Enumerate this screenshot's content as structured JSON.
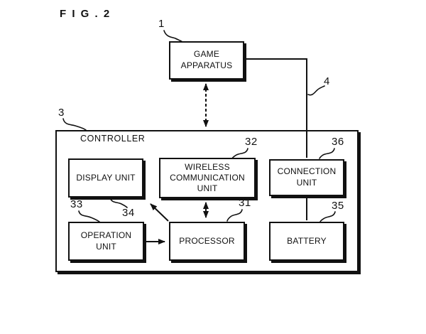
{
  "figure": {
    "title": "F I G . 2",
    "background": "#ffffff",
    "ink": "#111111",
    "nodes": {
      "game_apparatus": {
        "label": "GAME\nAPPARATUS",
        "ref": "1"
      },
      "controller": {
        "label": "CONTROLLER",
        "ref": "3"
      },
      "display_unit": {
        "label": "DISPLAY UNIT",
        "ref": "34"
      },
      "wireless_communication_unit": {
        "label": "WIRELESS\nCOMMUNICATION\nUNIT",
        "ref": "32"
      },
      "connection_unit": {
        "label": "CONNECTION\nUNIT",
        "ref": "36"
      },
      "operation_unit": {
        "label": "OPERATION\nUNIT",
        "ref": "33"
      },
      "processor": {
        "label": "PROCESSOR",
        "ref": "31"
      },
      "battery": {
        "label": "BATTERY",
        "ref": "35"
      }
    },
    "wire_ref": "4",
    "connections": [
      {
        "from": "game_apparatus",
        "to": "controller",
        "style": "dashed-double-arrow",
        "meaning": "wireless link"
      },
      {
        "from": "game_apparatus",
        "to": "connection_unit",
        "style": "solid-wire",
        "ref": "4"
      },
      {
        "from": "operation_unit",
        "to": "processor",
        "style": "arrow"
      },
      {
        "from": "processor",
        "to": "wireless_communication_unit",
        "style": "double-arrow"
      },
      {
        "from": "processor",
        "to": "display_unit",
        "style": "arrow"
      },
      {
        "from": "connection_unit",
        "to": "battery",
        "style": "line"
      }
    ]
  }
}
